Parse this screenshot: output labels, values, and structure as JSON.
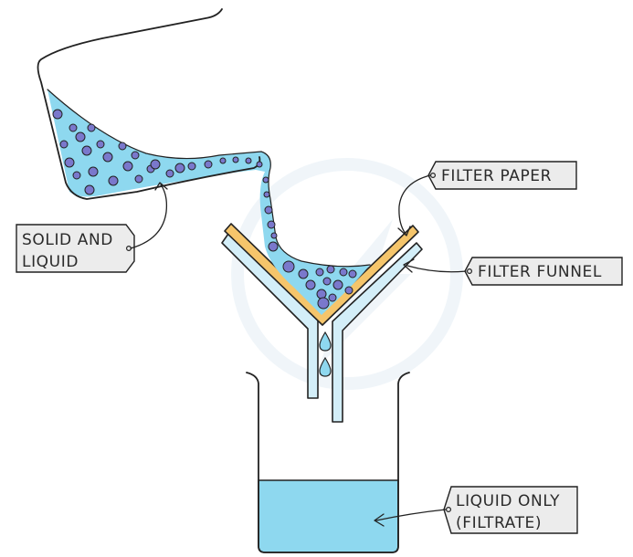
{
  "labels": {
    "solid_and_liquid": {
      "line1": "SOLID AND",
      "line2": "LIQUID"
    },
    "filter_paper": "FILTER PAPER",
    "filter_funnel": "FILTER FUNNEL",
    "liquid_only": {
      "line1": "LIQUID ONLY",
      "line2": "(FILTRATE)"
    }
  },
  "colors": {
    "liquid": "#8ed8ef",
    "solid_particles": "#7a78cc",
    "filter_paper": "#f5c56b",
    "funnel": "#d3eef8",
    "outline": "#222222",
    "tag_fill": "#ececec"
  }
}
